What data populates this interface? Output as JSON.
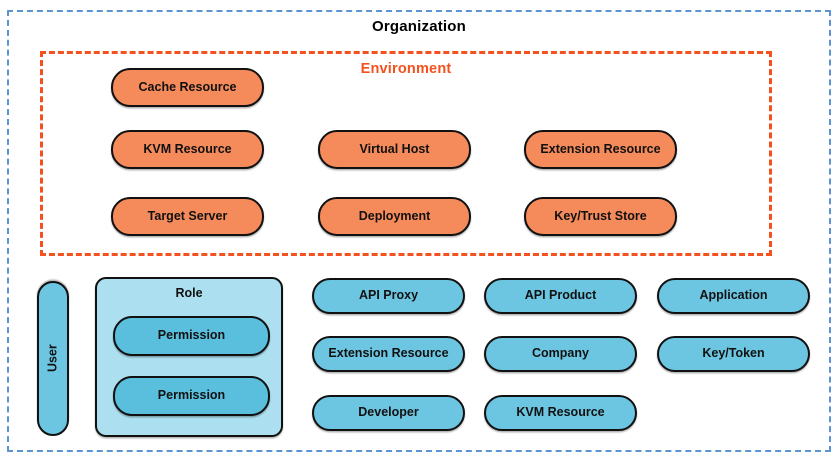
{
  "diagram": {
    "type": "nested-container-diagram",
    "outer_container": {
      "title": "Organization",
      "border_style": "dashed",
      "border_color": "#5B93D3"
    },
    "inner_container": {
      "title": "Environment",
      "border_style": "dashed",
      "border_color": "#F4511E"
    },
    "colors": {
      "organization_border": "#5B93D3",
      "environment_border": "#F4511E",
      "environment_node_fill": "#F58A5A",
      "org_node_fill": "#6CC6E2",
      "role_container_fill": "#ACDFF0",
      "permission_fill": "#5ABFDD",
      "node_outline": "#111111",
      "text": "#111111"
    }
  },
  "environment_nodes": {
    "column_1": [
      {
        "label": "Cache Resource"
      },
      {
        "label": "KVM Resource"
      },
      {
        "label": "Target Server"
      }
    ],
    "column_2": [
      {
        "label": "Virtual Host"
      },
      {
        "label": "Deployment"
      }
    ],
    "column_3": [
      {
        "label": "Extension Resource"
      },
      {
        "label": "Key/Trust Store"
      }
    ]
  },
  "organization_nodes": {
    "user": {
      "label": "User",
      "orientation": "vertical"
    },
    "role": {
      "label": "Role",
      "permissions": [
        {
          "label": "Permission"
        },
        {
          "label": "Permission"
        }
      ]
    },
    "column_1": [
      {
        "label": "API Proxy"
      },
      {
        "label": "Extension Resource"
      },
      {
        "label": "Developer"
      }
    ],
    "column_2": [
      {
        "label": "API Product"
      },
      {
        "label": "Company"
      },
      {
        "label": "KVM Resource"
      }
    ],
    "column_3": [
      {
        "label": "Application"
      },
      {
        "label": "Key/Token"
      }
    ]
  }
}
